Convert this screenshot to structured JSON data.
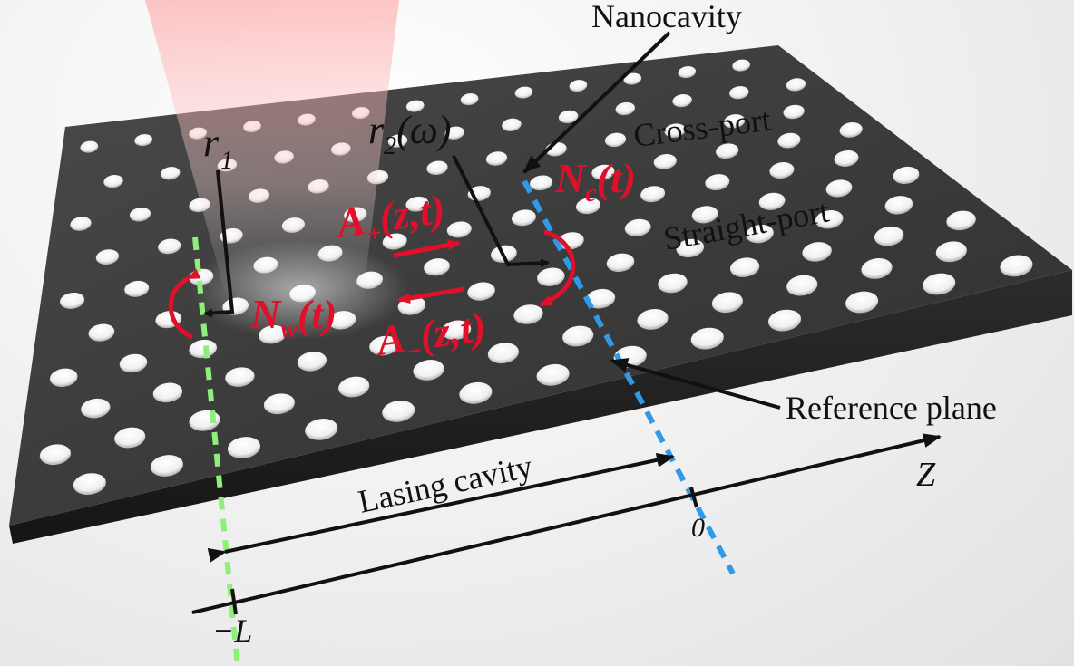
{
  "labels": {
    "nanocavity": "Nanocavity",
    "cross_port": "Cross-port",
    "straight_port": "Straight-port",
    "reference_plane": "Reference plane",
    "lasing_cavity": "Lasing cavity",
    "z_axis": "Z",
    "zero": "0",
    "minus_l": "−L",
    "r1_main": "r",
    "r1_sub": "1",
    "r2_main": "r",
    "r2_sub": "2",
    "r2_arg": "(ω)",
    "nc_main": "N",
    "nc_sub": "c",
    "nc_arg": "(t)",
    "nw_main": "N",
    "nw_sub": "w",
    "nw_arg": "(t)",
    "aplus_main": "A",
    "aplus_sub": "+",
    "aplus_arg": "(z,t)",
    "aminus_main": "A",
    "aminus_sub": "−",
    "aminus_arg": "(z,t)"
  },
  "colors": {
    "slab_top": "#3a3a3a",
    "slab_edge": "#242424",
    "accent_red": "#e0102a",
    "green_dash": "#8ef07a",
    "blue_dash": "#2f9be8",
    "arrow_black": "#111111"
  }
}
